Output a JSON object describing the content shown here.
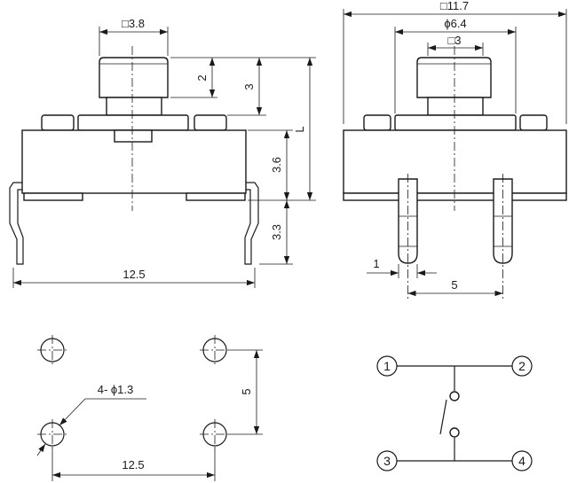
{
  "front_view": {
    "plunger_width": "□3.8",
    "plunger_height": "2",
    "plunger_top_to_body": "3",
    "body_height": "3.6",
    "overall_height": "L",
    "pin_length": "3.3",
    "pin_span": "12.5"
  },
  "side_view": {
    "body_width": "□11.7",
    "collar_dia": "ϕ6.4",
    "plunger_size": "□3",
    "pin_width": "1",
    "pin_pitch": "5"
  },
  "footprint": {
    "hole_callout": "4- ϕ1.3",
    "hole_spacing_v": "5",
    "hole_spacing_h": "12.5"
  },
  "schematic": {
    "terminals": [
      "1",
      "2",
      "3",
      "4"
    ]
  }
}
